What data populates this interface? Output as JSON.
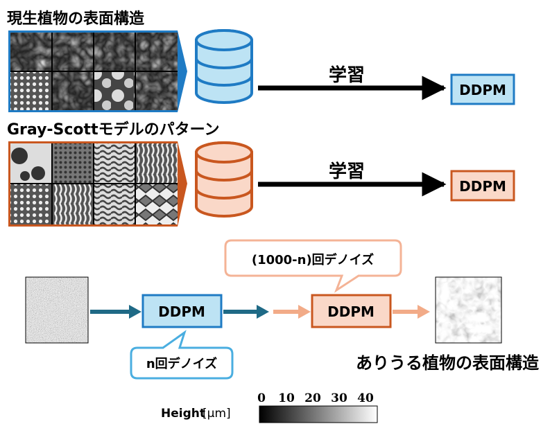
{
  "sections": {
    "plant": {
      "title": "現生植物の表面構造",
      "arrow_label": "学習",
      "model_label": "DDPM",
      "color_stroke": "#1f7bc4",
      "color_fill": "#bde3f4"
    },
    "gray_scott": {
      "title": "Gray-Scottモデルのパターン",
      "arrow_label": "学習",
      "model_label": "DDPM",
      "color_stroke": "#c9571f",
      "color_fill": "#fad8c8"
    }
  },
  "generation": {
    "model_a_label": "DDPM",
    "model_b_label": "DDPM",
    "callout_bottom": "n回デノイズ",
    "callout_top": "(1000-n)回デノイズ",
    "output_label": "ありうる植物の表面構造",
    "color_blue_arrow": "#1f6a86",
    "color_orange_arrow": "#f2ab88",
    "color_blue_callout": "#4aaee0",
    "color_orange_callout": "#f4b396"
  },
  "colorbar": {
    "label": "Height",
    "unit": "[μm]",
    "ticks": [
      "0",
      "10",
      "20",
      "30",
      "40"
    ]
  }
}
